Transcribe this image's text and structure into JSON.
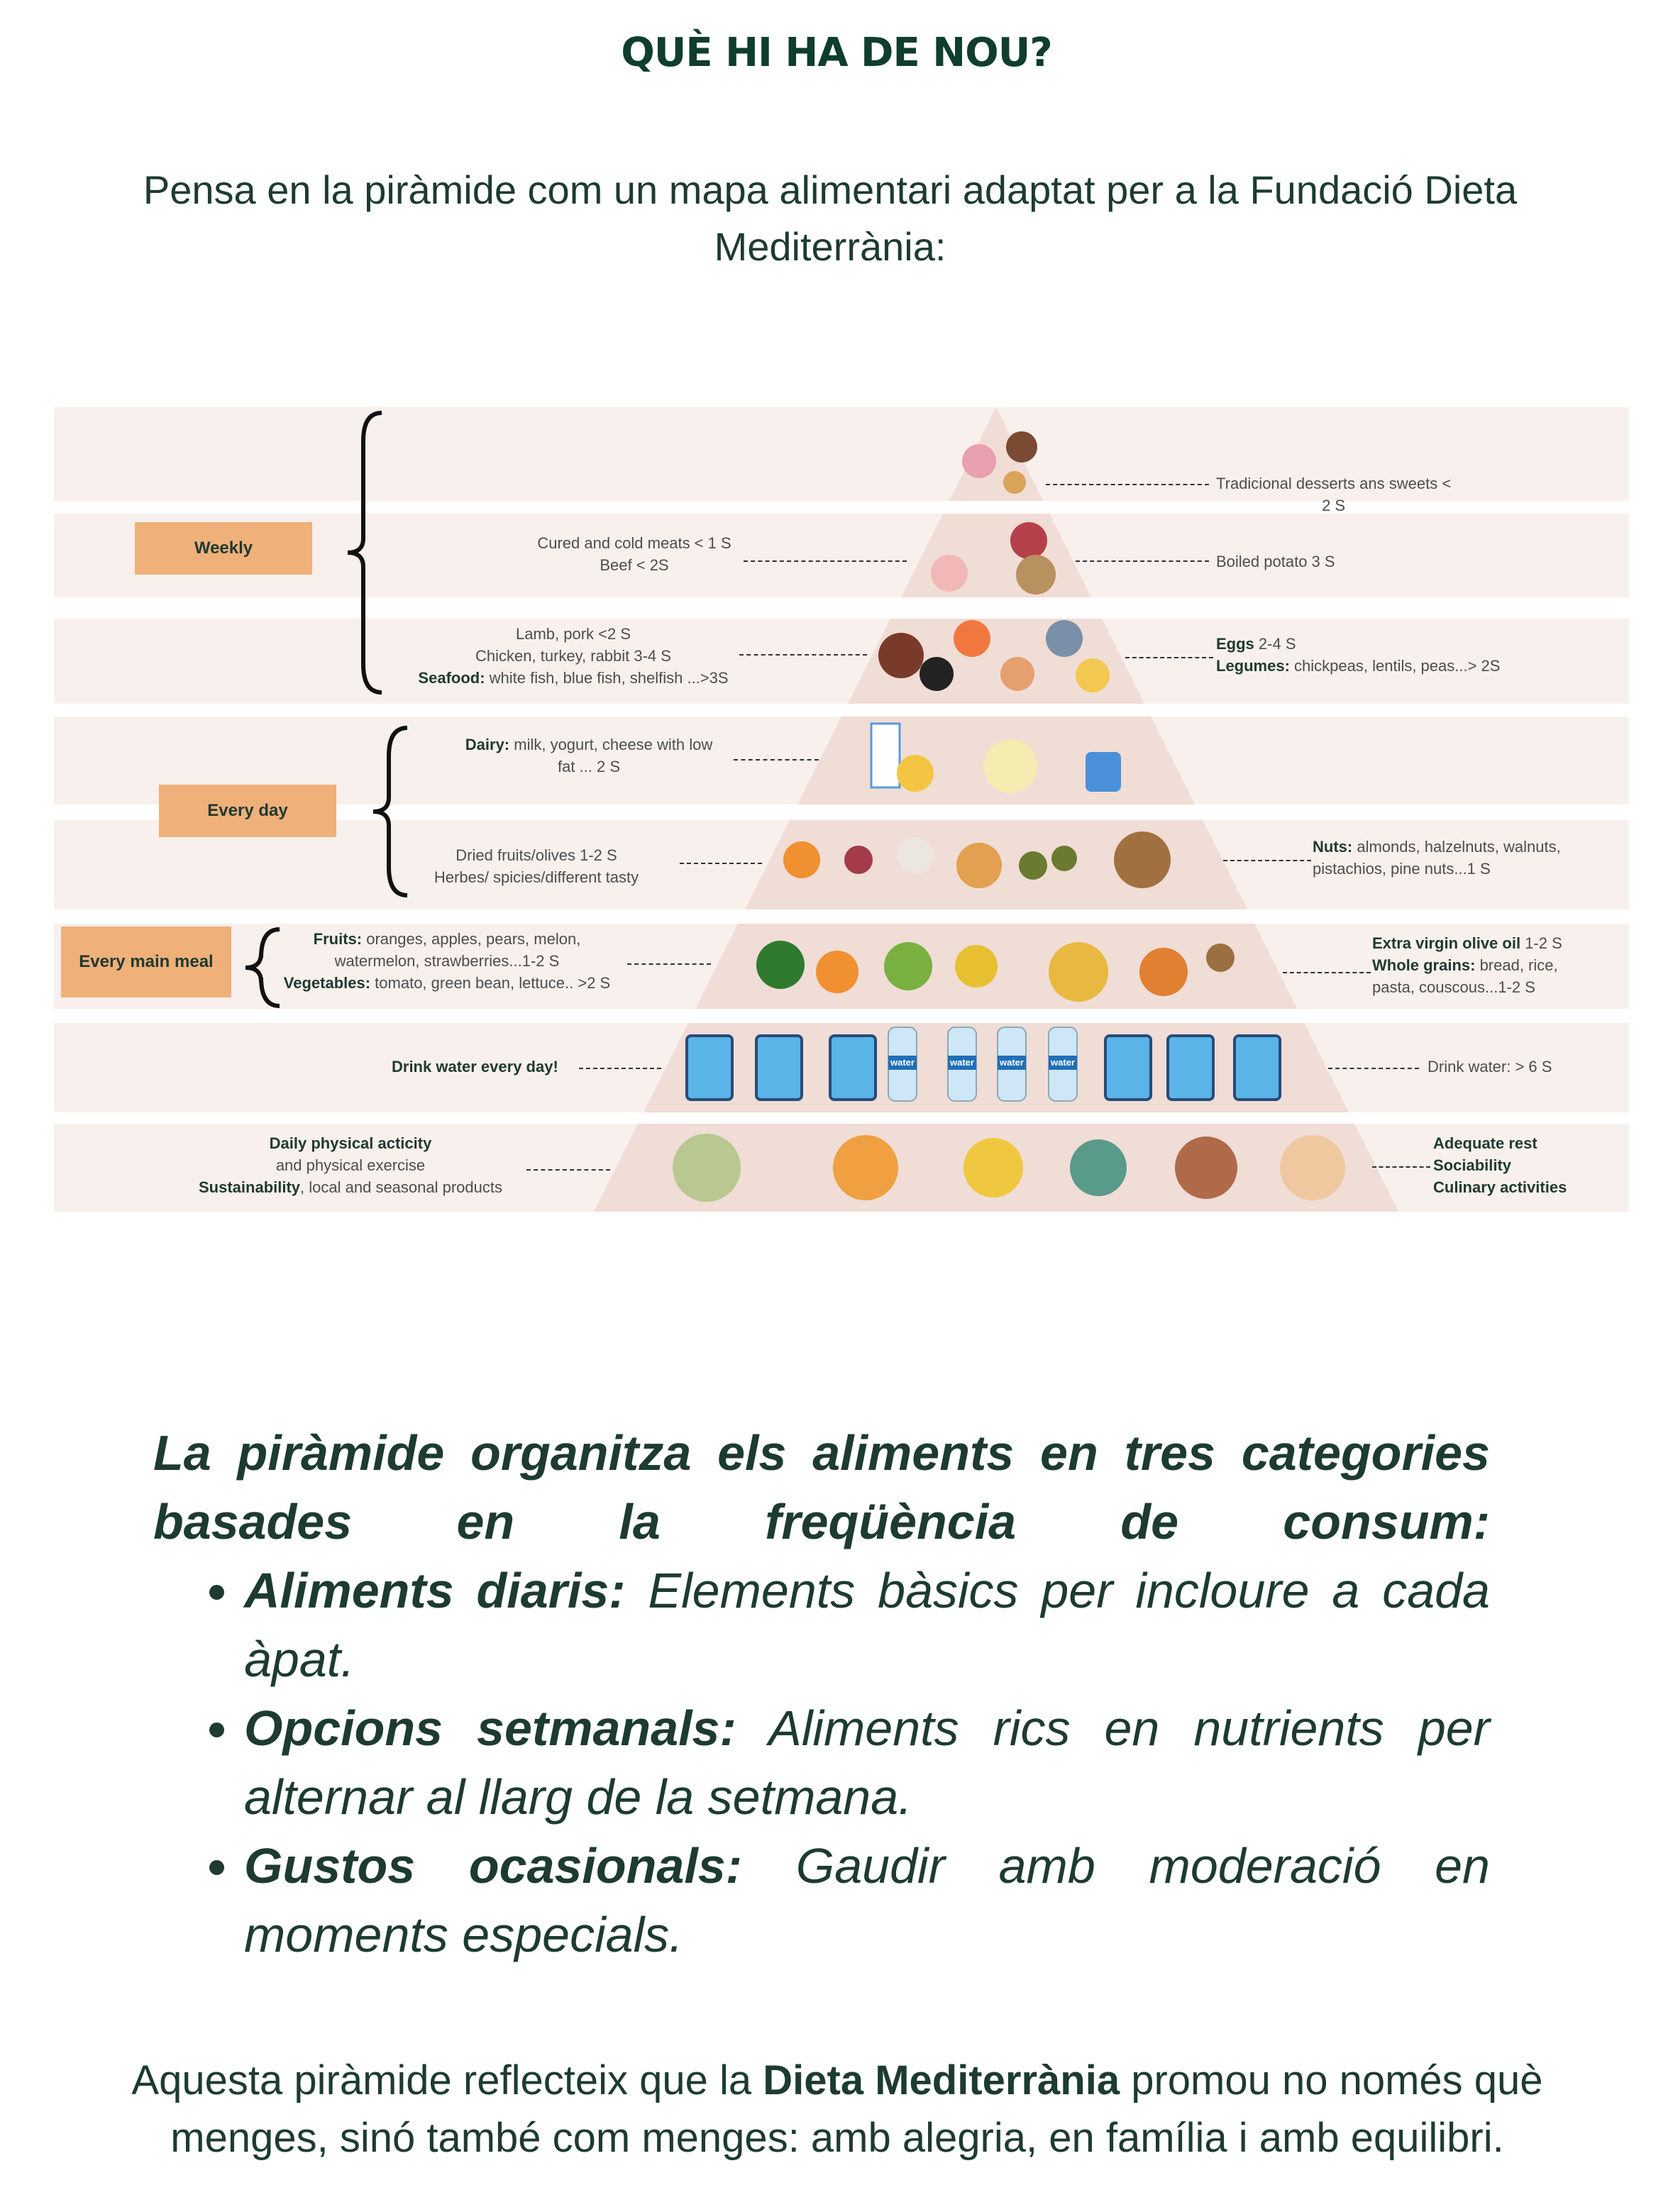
{
  "header": {
    "title": "QUÈ HI HA DE NOU?",
    "intro": "Pensa en la piràmide com un mapa alimentari adaptat per a la Fundació Dieta Mediterrània:"
  },
  "pyramid": {
    "groups": {
      "weekly": "Weekly",
      "every_day": "Every day",
      "every_main_meal": "Every main meal"
    },
    "left": {
      "cured": "Cured and cold meats < 1 S",
      "beef": "Beef < 2S",
      "lamb": "Lamb, pork <2 S",
      "chicken": "Chicken, turkey, rabbit 3-4 S",
      "seafood_bold": "Seafood:",
      "seafood": " white fish, blue fish, shelfish ...>3S",
      "dairy_bold": "Dairy:",
      "dairy": " milk, yogurt, cheese with low",
      "dairy2": "fat ... 2 S",
      "dried": "Dried fruits/olives 1-2 S",
      "herbs": "Herbes/ spicies/different tasty",
      "fruits_bold": "Fruits:",
      "fruits": " oranges, apples, pears, melon,",
      "fruits2": "watermelon, strawberries...1-2 S",
      "veg_bold": "Vegetables:",
      "veg": " tomato, green bean, lettuce.. >2 S",
      "water": "Drink water every day!",
      "activity": "Daily physical acticity",
      "exercise": "and physical exercise",
      "sust_bold": "Sustainability",
      "sust": ", local and seasonal products"
    },
    "right": {
      "desserts": "Tradicional desserts ans sweets <",
      "desserts2": "2 S",
      "potato": "Boiled potato 3 S",
      "eggs_bold": "Eggs",
      "eggs": " 2-4 S",
      "legumes_bold": "Legumes:",
      "legumes": " chickpeas, lentils, peas...> 2S",
      "nuts_bold": "Nuts:",
      "nuts": " almonds, halzelnuts, walnuts,",
      "nuts2": "pistachios, pine nuts...1 S",
      "oil_bold": "Extra virgin olive oil",
      "oil": " 1-2 S",
      "grains_bold": "Whole grains:",
      "grains": " bread, rice,",
      "grains2": "pasta, couscous...1-2 S",
      "water": "Drink water: > 6 S",
      "rest": "Adequate rest",
      "sociability": "Sociability",
      "culinary": "Culinary activities"
    },
    "bottle_label": "water"
  },
  "body": {
    "heading": "La piràmide organitza els aliments en tres categories basades en la freqüència de consum:",
    "items": [
      {
        "bold": "Aliments diaris:",
        "text": " Elements bàsics per incloure a cada àpat."
      },
      {
        "bold": "Opcions setmanals:",
        "text": " Aliments rics en nutrients per alternar al llarg de la setmana."
      },
      {
        "bold": "Gustos ocasionals:",
        "text": " Gaudir amb moderació en moments especials."
      }
    ]
  },
  "closing": {
    "pre": "Aquesta piràmide reflecteix que la ",
    "bold": "Dieta Mediterrània",
    "post": " promou no només què menges, sinó també com menges: amb alegria, en família i amb equilibri."
  },
  "colors": {
    "accent": "#efb07a",
    "text": "#1d3b30",
    "band": "#f8f0ec",
    "pyramid": "#f0ddd5"
  }
}
